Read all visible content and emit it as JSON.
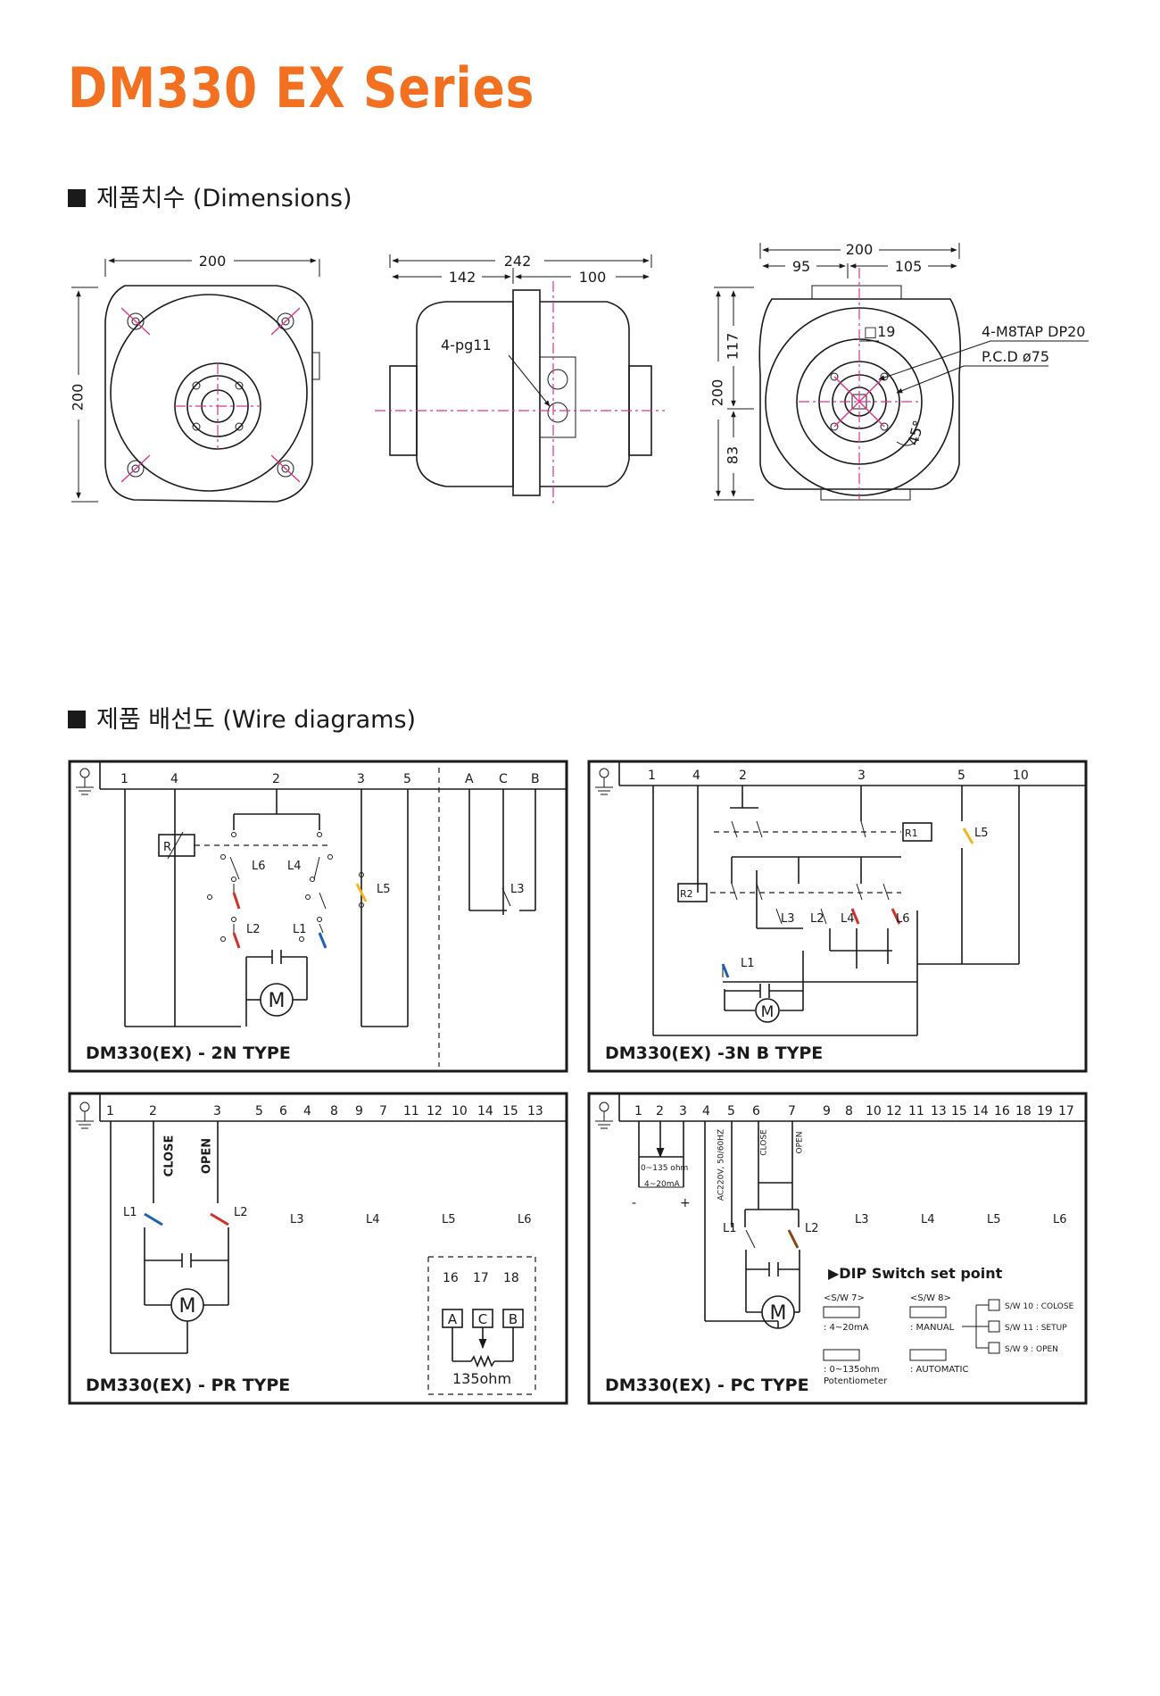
{
  "title": "DM330 EX Series",
  "sections": {
    "dimensions": "제품치수 (Dimensions)",
    "wiring": "제품 배선도 (Wire diagrams)"
  },
  "colors": {
    "accent": "#f37021",
    "centerline": "#e0338a",
    "wire_red": "#d0312d",
    "wire_blue": "#1f5fb4",
    "wire_yellow": "#f2b61b",
    "wire_green": "#2e9b3e"
  },
  "dimensions": {
    "front": {
      "width": "200",
      "height": "200"
    },
    "side": {
      "total": "242",
      "left": "142",
      "right": "100",
      "cable_gland": "4-pg11"
    },
    "bottom": {
      "width": "200",
      "left": "95",
      "right": "105",
      "height": "200",
      "upper": "117",
      "lower": "83",
      "square": "□19",
      "tap": "4-M8TAP DP20",
      "pcd": "P.C.D  ø75",
      "angle": "45°"
    }
  },
  "diagrams": {
    "d2n": {
      "caption": "DM330(EX) - 2N TYPE",
      "terminals": [
        "1",
        "4",
        "2",
        "3",
        "5",
        "A",
        "C",
        "B"
      ],
      "labels": {
        "relay": "R",
        "l6": "L6",
        "l4": "L4",
        "l5": "L5",
        "l3": "L3",
        "l2": "L2",
        "l1": "L1",
        "motor": "M"
      }
    },
    "d3n": {
      "caption": "DM330(EX) -3N B TYPE",
      "terminals": [
        "1",
        "4",
        "2",
        "3",
        "5",
        "10"
      ],
      "labels": {
        "r1": "R1",
        "r2": "R2",
        "l5": "L5",
        "l3": "L3",
        "l2": "L2",
        "l4": "L4",
        "l6": "L6",
        "l1": "L1",
        "motor": "M"
      }
    },
    "dpr": {
      "caption": "DM330(EX) - PR TYPE",
      "terminals": [
        "1",
        "2",
        "3",
        "5",
        "6",
        "4",
        "8",
        "9",
        "7",
        "11",
        "12",
        "10",
        "14",
        "15",
        "13"
      ],
      "labels": {
        "close": "CLOSE",
        "open": "OPEN",
        "l1": "L1",
        "l2": "L2",
        "l3": "L3",
        "l4": "L4",
        "l5": "L5",
        "l6": "L6",
        "motor": "M"
      },
      "pot_terminals": [
        "16",
        "17",
        "18"
      ],
      "pot_letters": [
        "A",
        "C",
        "B"
      ],
      "pot_value": "135ohm"
    },
    "dpc": {
      "caption": "DM330(EX) - PC TYPE",
      "terminals": [
        "1",
        "2",
        "3",
        "4",
        "5",
        "6",
        "7",
        "9",
        "8",
        "10",
        "12",
        "11",
        "13",
        "15",
        "14",
        "16",
        "18",
        "19",
        "17"
      ],
      "labels": {
        "ohm": "0~135 ohm",
        "ma": "4~20mA",
        "minus": "-",
        "plus": "+",
        "power": "AC220V, 50/60HZ",
        "close": "CLOSE",
        "open": "OPEN",
        "l1": "L1",
        "l2": "L2",
        "l3": "L3",
        "l4": "L4",
        "l5": "L5",
        "l6": "L6",
        "motor": "M"
      },
      "dip": {
        "title": "▶DIP Switch set point",
        "sw7": "<S/W 7>",
        "sw8": "<S/W 8>",
        "sw7_a": ": 4~20mA",
        "sw7_b": ": 0~135ohm",
        "sw7_b2": "Potentiometer",
        "sw8_a": ": MANUAL",
        "sw8_b": ": AUTOMATIC",
        "sw10": "S/W 10 : COLOSE",
        "sw11": "S/W 11 : SETUP",
        "sw9": "S/W 9 : OPEN"
      }
    }
  }
}
